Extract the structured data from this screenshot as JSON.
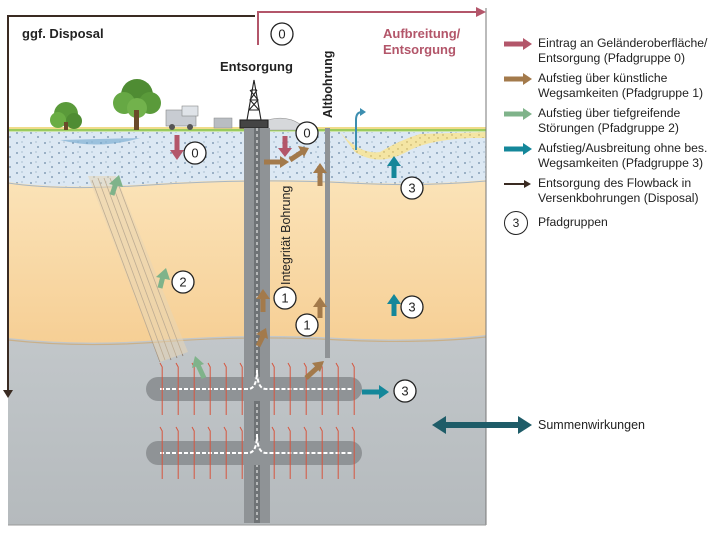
{
  "labels": {
    "disposal": "ggf. Disposal",
    "entsorgung": "Entsorgung",
    "aufbereitung": "Aufbreitung/\nEntsorgung",
    "altbohrung": "Altbohrung",
    "integritaet": "Integrität Bohrung",
    "summenwirkungen": "Summenwirkungen"
  },
  "markers": [
    "0",
    "0",
    "0",
    "1",
    "1",
    "2",
    "3",
    "3",
    "3"
  ],
  "legend": [
    {
      "color": "#b3566a",
      "text": "Eintrag an Geländeroberfläche/ Entsorgung (Pfadgruppe 0)",
      "icon": "arrow-right-icon"
    },
    {
      "color": "#a37a4b",
      "text": "Aufstieg über künstliche Wegsamkeiten (Pfadgruppe 1)",
      "icon": "arrow-right-icon"
    },
    {
      "color": "#7fb38a",
      "text": "Aufstieg über tiefgreifende Störungen (Pfadgruppe 2)",
      "icon": "arrow-right-icon"
    },
    {
      "color": "#14879a",
      "text": "Aufstieg/Ausbreitung ohne bes. Wegsamkeiten (Pfadgruppe 3)",
      "icon": "arrow-right-icon"
    },
    {
      "color": "#3a2b22",
      "text": "Entsorgung des Flowback in Versenkbohrungen (Disposal)",
      "icon": "thin-arrow-right-icon"
    },
    {
      "circle": "3",
      "text": "Pfadgruppen"
    }
  ],
  "colors": {
    "pink": "#b3566a",
    "brown": "#a37a4b",
    "green": "#7fb38a",
    "teal": "#14879a",
    "darkteal": "#1e5c68",
    "disposal": "#3a2b22"
  }
}
